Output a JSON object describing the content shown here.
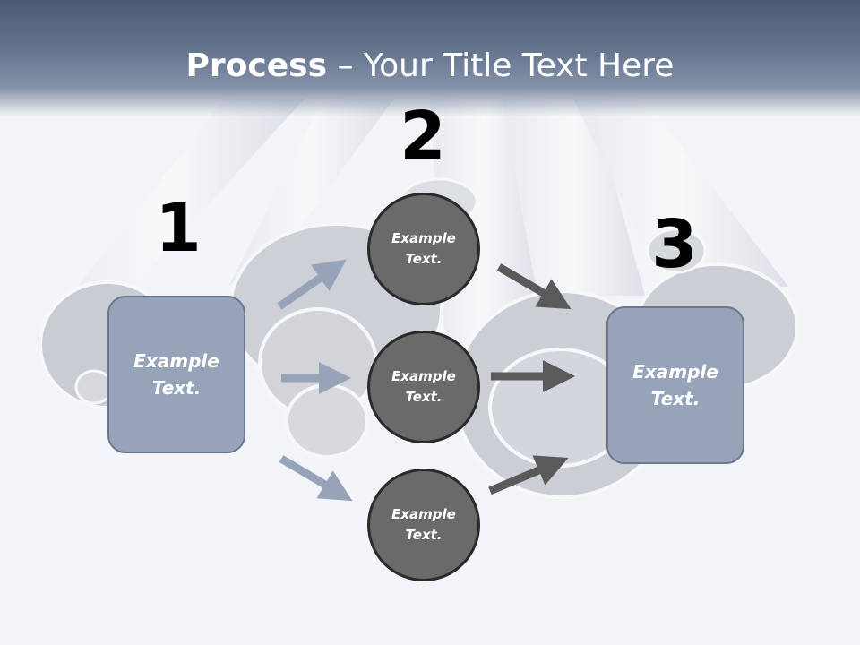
{
  "title": {
    "bold": "Process",
    "rest": " – Your Title Text Here"
  },
  "steps": [
    {
      "number": "1",
      "label": "Example Text."
    },
    {
      "number": "2",
      "items": [
        "Example Text.",
        "Example Text.",
        "Example Text."
      ]
    },
    {
      "number": "3",
      "label": "Example Text."
    }
  ],
  "colors": {
    "header": "#5d6c85",
    "box_fill": "#97a3b8",
    "circle_fill": "#6a6a6a",
    "arrow_light": "#97a3b8",
    "arrow_dark": "#5a5a5a"
  }
}
